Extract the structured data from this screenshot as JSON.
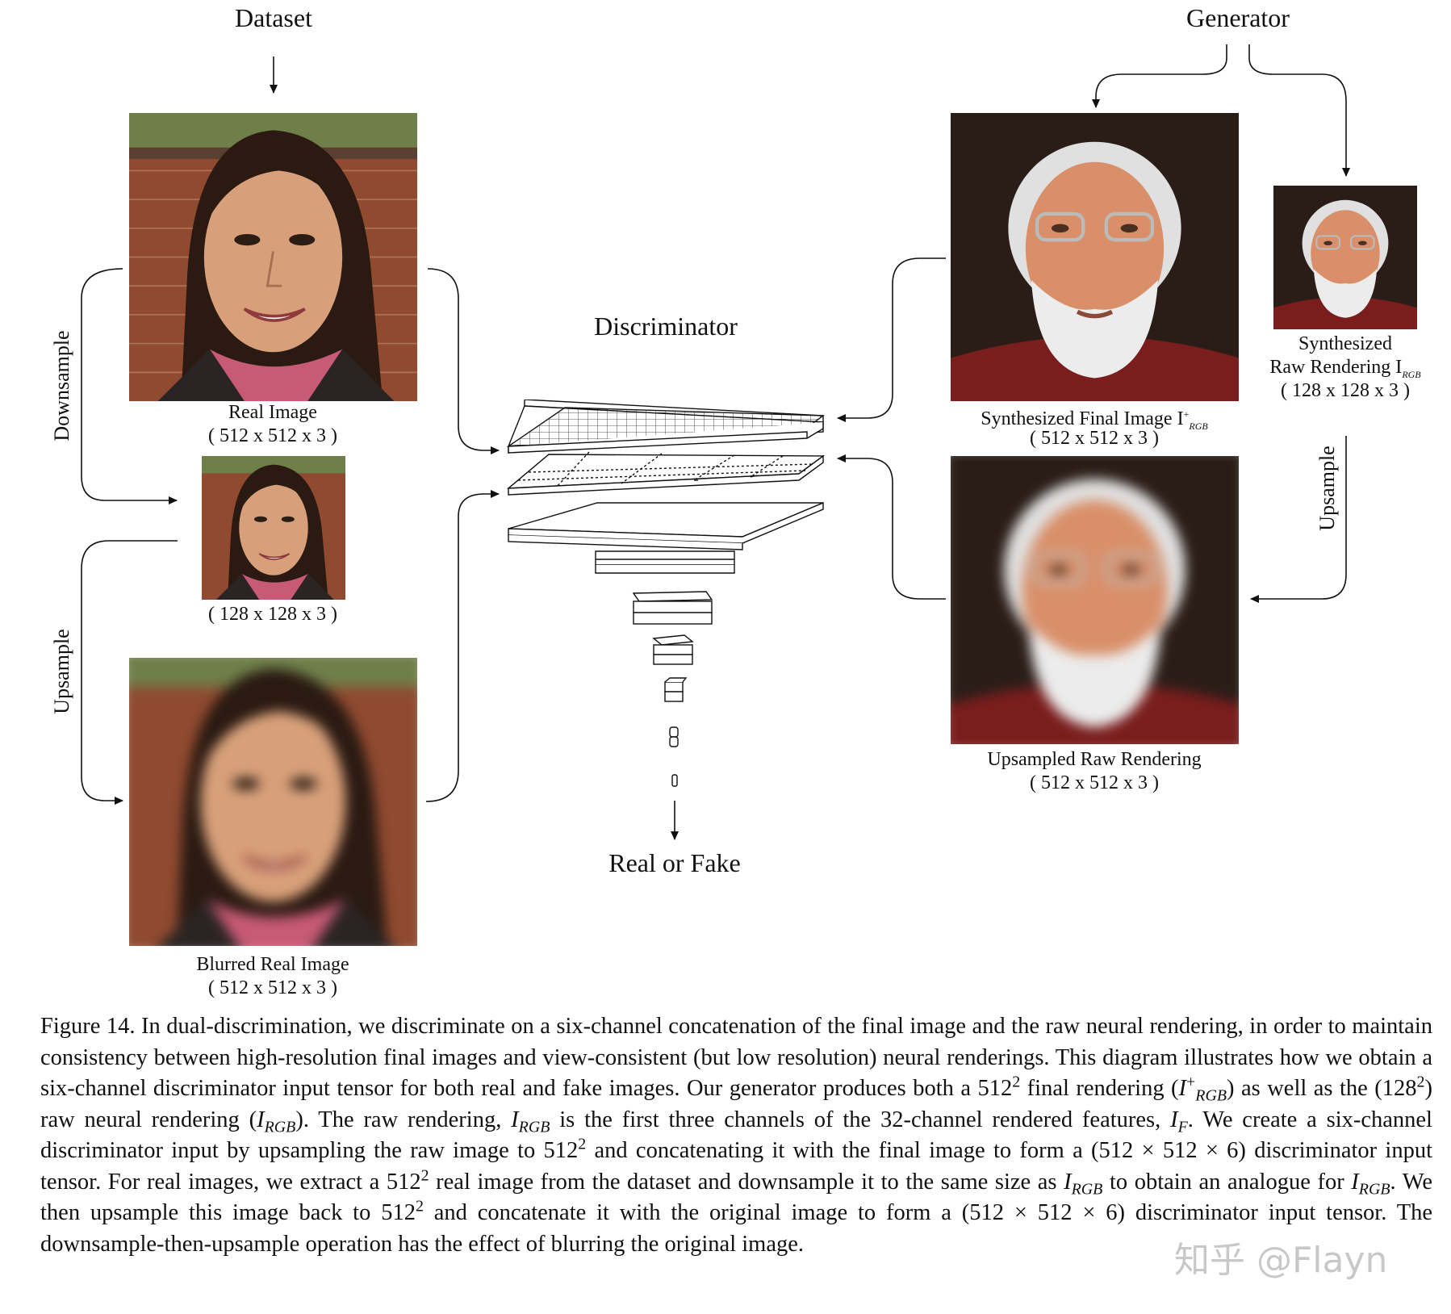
{
  "titles": {
    "dataset": "Dataset",
    "generator": "Generator",
    "discriminator": "Discriminator",
    "real_or_fake": "Real or Fake"
  },
  "side_labels": {
    "downsample": "Downsample",
    "upsample_left": "Upsample",
    "upsample_right": "Upsample"
  },
  "images": {
    "real": {
      "name": "Real Image",
      "size": "( 512 x 512 x 3 )"
    },
    "real_small": {
      "name": "",
      "size": "( 128 x 128 x 3 )"
    },
    "blurred": {
      "name": "Blurred Real Image",
      "size": "( 512 x 512 x 3 )"
    },
    "synth_final": {
      "name_prefix": "Synthesized Final Image I",
      "sup": "+",
      "sub": "RGB",
      "size": "( 512 x 512 x 3 )"
    },
    "synth_raw": {
      "line1": "Synthesized",
      "name_prefix": "Raw Rendering I",
      "sub": "RGB",
      "size": "( 128 x 128 x 3 )"
    },
    "upsampled_raw": {
      "name": "Upsampled Raw Rendering",
      "size": "( 512 x 512 x 3 )"
    }
  },
  "caption": {
    "s1": "Figure 14. In dual-discrimination, we discriminate on a six-channel concatenation of the final image and the raw neural rendering, in order to maintain consistency between high-resolution final images and view-consistent (but low resolution) neural renderings. This diagram illustrates how we obtain a six-channel discriminator input tensor for both real and fake images. Our generator produces both a ",
    "n512": "512",
    "exp2": "2",
    "s2": " final rendering (",
    "I": "I",
    "plus": "+",
    "RGB": "RGB",
    "s3": ") as well as the (",
    "n128": "128",
    "s4": ") raw neural rendering (",
    "s5": "). The raw rendering, ",
    "s6": " is the first three channels of the 32-channel rendered features, ",
    "F": "F",
    "s7": ". We create a six-channel discriminator input by upsampling the raw image to ",
    "s8": " and concatenating it with the final image to form a (512 × 512 × 6) discriminator input tensor. For real images, we extract a ",
    "s9": " real image from the dataset and downsample it to the same size as ",
    "s10": " to obtain an analogue for ",
    "s11": ". We then upsample this image back to ",
    "s12": " and concatenate it with the original image to form a (512 × 512 × 6) discriminator input tensor. The downsample-then-upsample operation has the effect of blurring the original image."
  },
  "watermark": "知乎 @Flayn",
  "colors": {
    "ink": "#111111",
    "brick": "#9a3b2a",
    "skin": "#d8a07a",
    "hair_dark": "#2a1a12",
    "shirt_red": "#7a1d1d",
    "bg_dark": "#2a1d17"
  }
}
